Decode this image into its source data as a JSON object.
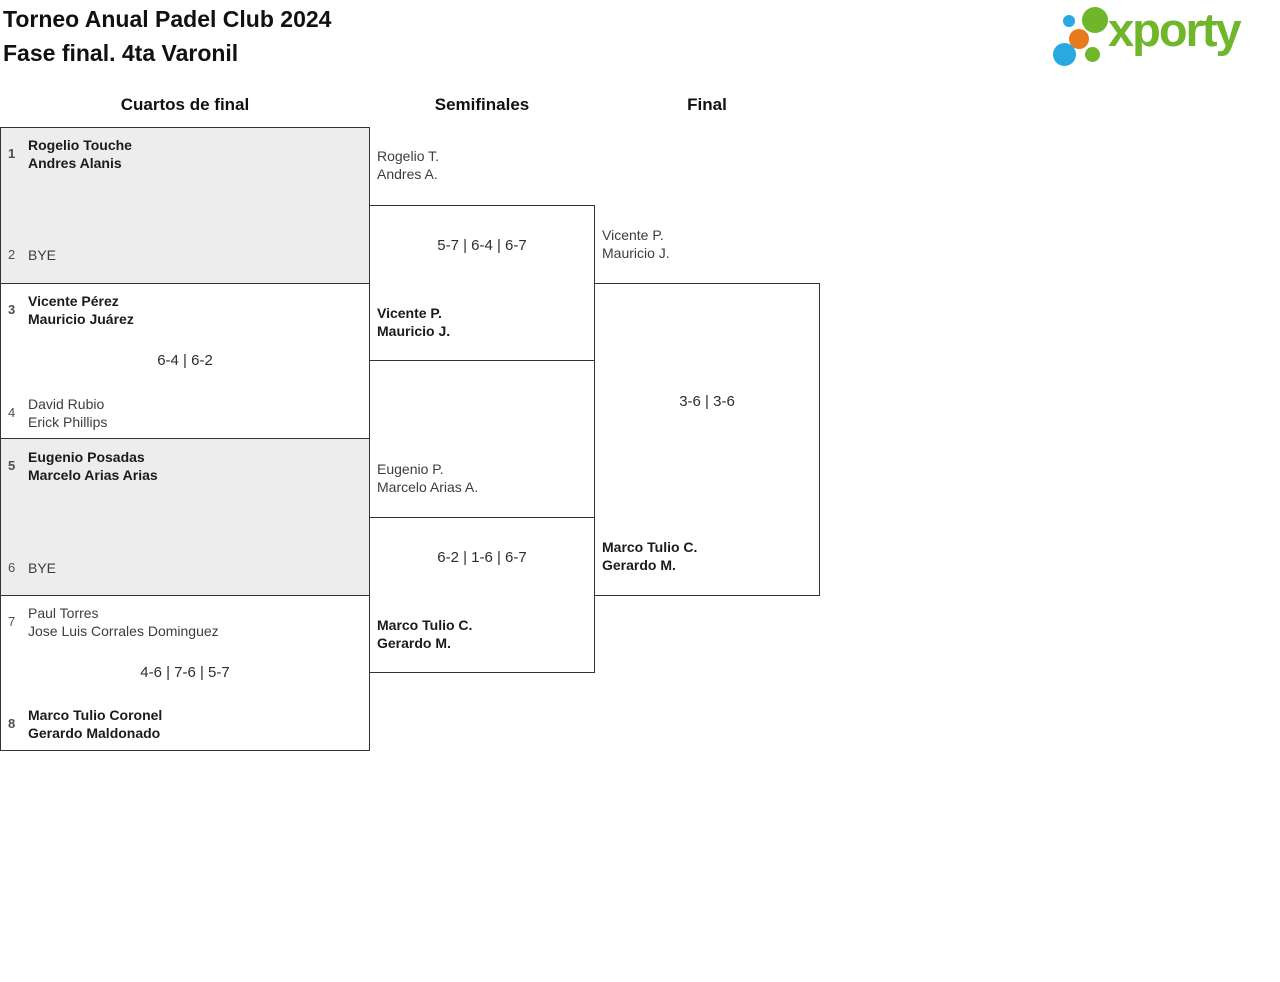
{
  "header": {
    "title_line1": "Torneo Anual Padel Club 2024",
    "title_line2": "Fase final. 4ta Varonil",
    "logo_text": "xporty"
  },
  "rounds": [
    {
      "label": "Cuartos de final"
    },
    {
      "label": "Semifinales"
    },
    {
      "label": "Final"
    }
  ],
  "bracket": {
    "quarterfinals": [
      {
        "team1": {
          "seed": "1",
          "line1": "Rogelio Touche",
          "line2": "Andres Alanis",
          "winner": true
        },
        "team2": {
          "seed": "2",
          "line1": "BYE",
          "line2": "",
          "winner": false
        }
      },
      {
        "team1": {
          "seed": "3",
          "line1": "Vicente Pérez",
          "line2": "Mauricio Juárez",
          "winner": true
        },
        "team2": {
          "seed": "4",
          "line1": "David Rubio",
          "line2": "Erick Phillips",
          "winner": false
        },
        "score": "6-4 | 6-2"
      },
      {
        "team1": {
          "seed": "5",
          "line1": "Eugenio Posadas",
          "line2": "Marcelo Arias Arias",
          "winner": true
        },
        "team2": {
          "seed": "6",
          "line1": "BYE",
          "line2": "",
          "winner": false
        }
      },
      {
        "team1": {
          "seed": "7",
          "line1": "Paul Torres",
          "line2": "Jose Luis Corrales Dominguez",
          "winner": false
        },
        "team2": {
          "seed": "8",
          "line1": "Marco Tulio Coronel",
          "line2": "Gerardo Maldonado",
          "winner": true
        },
        "score": "4-6 | 7-6 | 5-7"
      }
    ],
    "semifinals": [
      {
        "team1": {
          "line1": "Rogelio T.",
          "line2": "Andres A.",
          "winner": false
        },
        "team2": {
          "line1": "Vicente P.",
          "line2": "Mauricio J.",
          "winner": true
        },
        "score": "5-7 | 6-4 | 6-7"
      },
      {
        "team1": {
          "line1": "Eugenio P.",
          "line2": "Marcelo Arias A.",
          "winner": false
        },
        "team2": {
          "line1": "Marco Tulio C.",
          "line2": "Gerardo M.",
          "winner": true
        },
        "score": "6-2 | 1-6 | 6-7"
      }
    ],
    "final": {
      "team1": {
        "line1": "Vicente P.",
        "line2": "Mauricio J.",
        "winner": false
      },
      "team2": {
        "line1": "Marco Tulio C.",
        "line2": "Gerardo M.",
        "winner": true
      },
      "score": "3-6 | 3-6"
    }
  },
  "colors": {
    "border": "#333333",
    "bye-bg": "#ededed",
    "winner-text": "#1b1b1b",
    "loser-text": "#3d3d3d",
    "seed-text": "#4f4f4f",
    "score-text": "#2d2d2d",
    "title-text": "#111111",
    "logo-green": "#70b62b",
    "logo-blue": "#29a9e1",
    "logo-orange": "#e87a1e"
  }
}
